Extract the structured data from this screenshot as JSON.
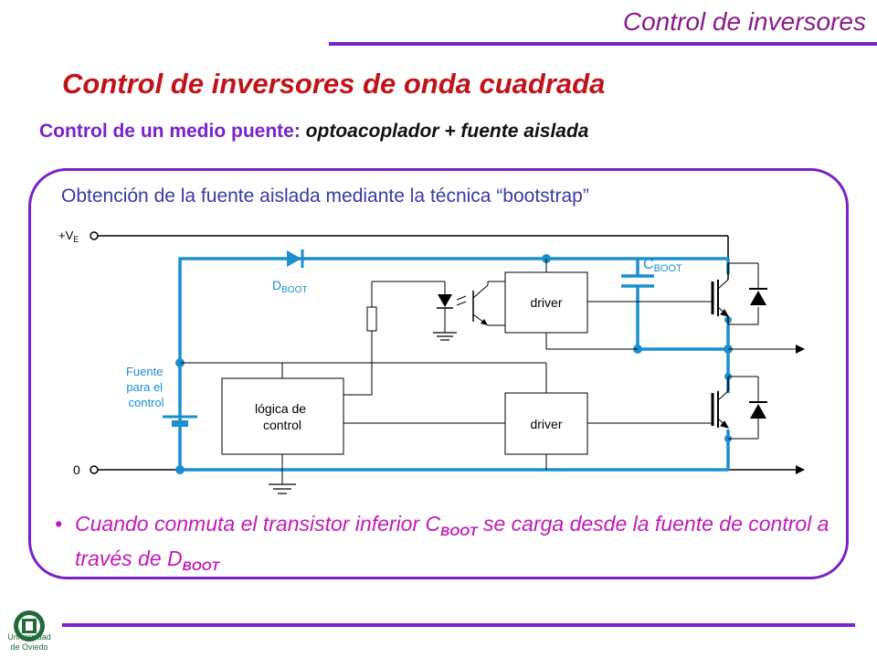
{
  "header": {
    "title": "Control de inversores"
  },
  "main_title": "Control de inversores de onda cuadrada",
  "subtitle": {
    "bold": "Control de un medio puente:",
    "italic": "optoacoplador + fuente aislada"
  },
  "panel": {
    "title": "Obtención de la fuente aislada mediante la técnica “bootstrap”"
  },
  "diagram": {
    "rail_label": "+V",
    "rail_sub": "E",
    "ground_label": "0",
    "dboot_label": "D",
    "dboot_sub": "BOOT",
    "cboot_label": "C",
    "cboot_sub": "BOOT",
    "driver_top": "driver",
    "driver_bottom": "driver",
    "logic_line1": "lógica de",
    "logic_line2": "control",
    "source_line1": "Fuente",
    "source_line2": "para el",
    "source_line3": "control"
  },
  "bullet": {
    "part1": "Cuando conmuta el transistor inferior C",
    "sub1": "BOOT",
    "part2": " se carga desde la fuente de control a través de D",
    "sub2": "BOOT"
  },
  "footer": {
    "logo_line1": "Universidad",
    "logo_line2": "de Oviedo"
  },
  "colors": {
    "accent_purple": "#7a22c8",
    "title_red": "#c0141b",
    "bootstrap_blue": "#1a8fd0",
    "bullet_magenta": "#c21ab8",
    "logo_green": "#1f6b3a"
  }
}
